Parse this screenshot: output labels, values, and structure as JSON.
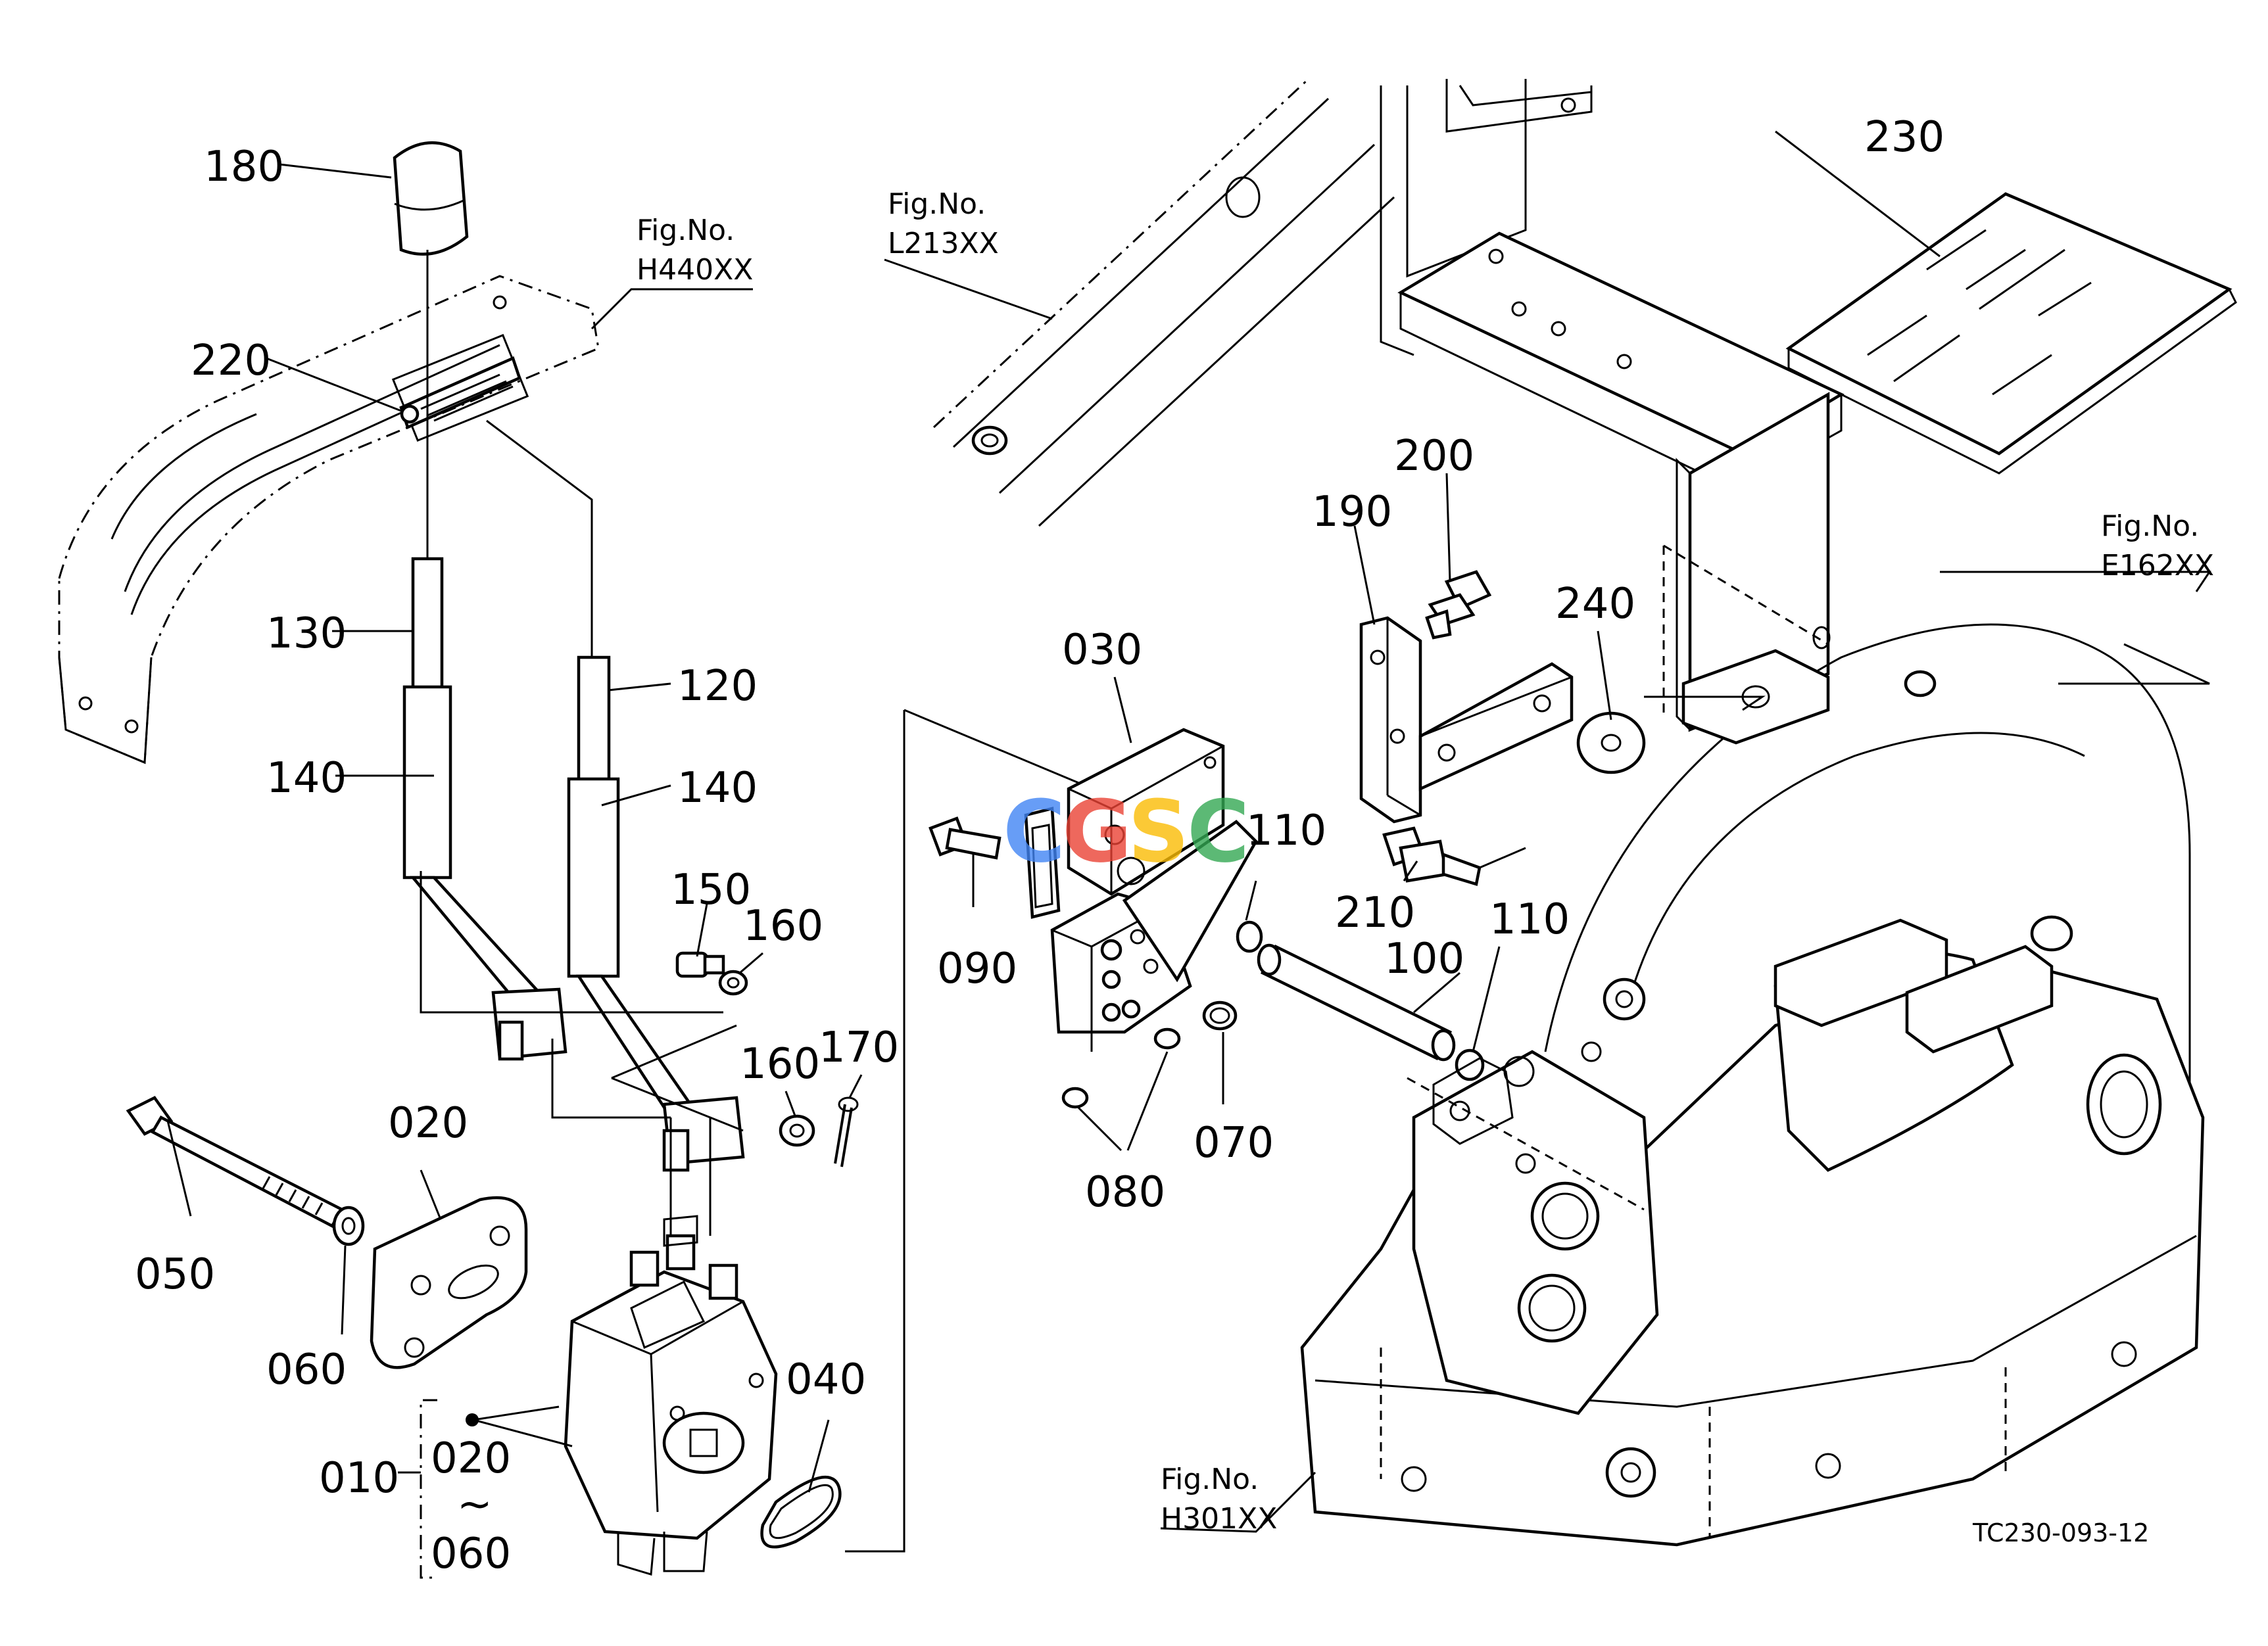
{
  "part_labels": {
    "p180": "180",
    "p220": "220",
    "p130": "130",
    "p140a": "140",
    "p120": "120",
    "p140b": "140",
    "p150": "150",
    "p160a": "160",
    "p160b": "160",
    "p170": "170",
    "p050": "050",
    "p020": "020",
    "p060": "060",
    "p010": "010",
    "p020r": "020",
    "p060r": "060",
    "p040": "040",
    "p030": "030",
    "p090": "090",
    "p080": "080",
    "p070": "070",
    "p100": "100",
    "p110a": "110",
    "p110b": "110",
    "p210": "210",
    "p190": "190",
    "p200": "200",
    "p240": "240",
    "p230": "230"
  },
  "range_tilde": "~",
  "fig_refs": {
    "h440": {
      "title": "Fig.No.",
      "code": "H440XX"
    },
    "l213": {
      "title": "Fig.No.",
      "code": "L213XX"
    },
    "e162": {
      "title": "Fig.No.",
      "code": "E162XX"
    },
    "h301": {
      "title": "Fig.No.",
      "code": "H301XX"
    }
  },
  "drawing_code": "TC230-093-12",
  "watermark": {
    "letters": [
      "C",
      "G",
      "S",
      "C"
    ],
    "colors": [
      "#4285f4",
      "#ea4335",
      "#fbbc05",
      "#34a853"
    ]
  }
}
